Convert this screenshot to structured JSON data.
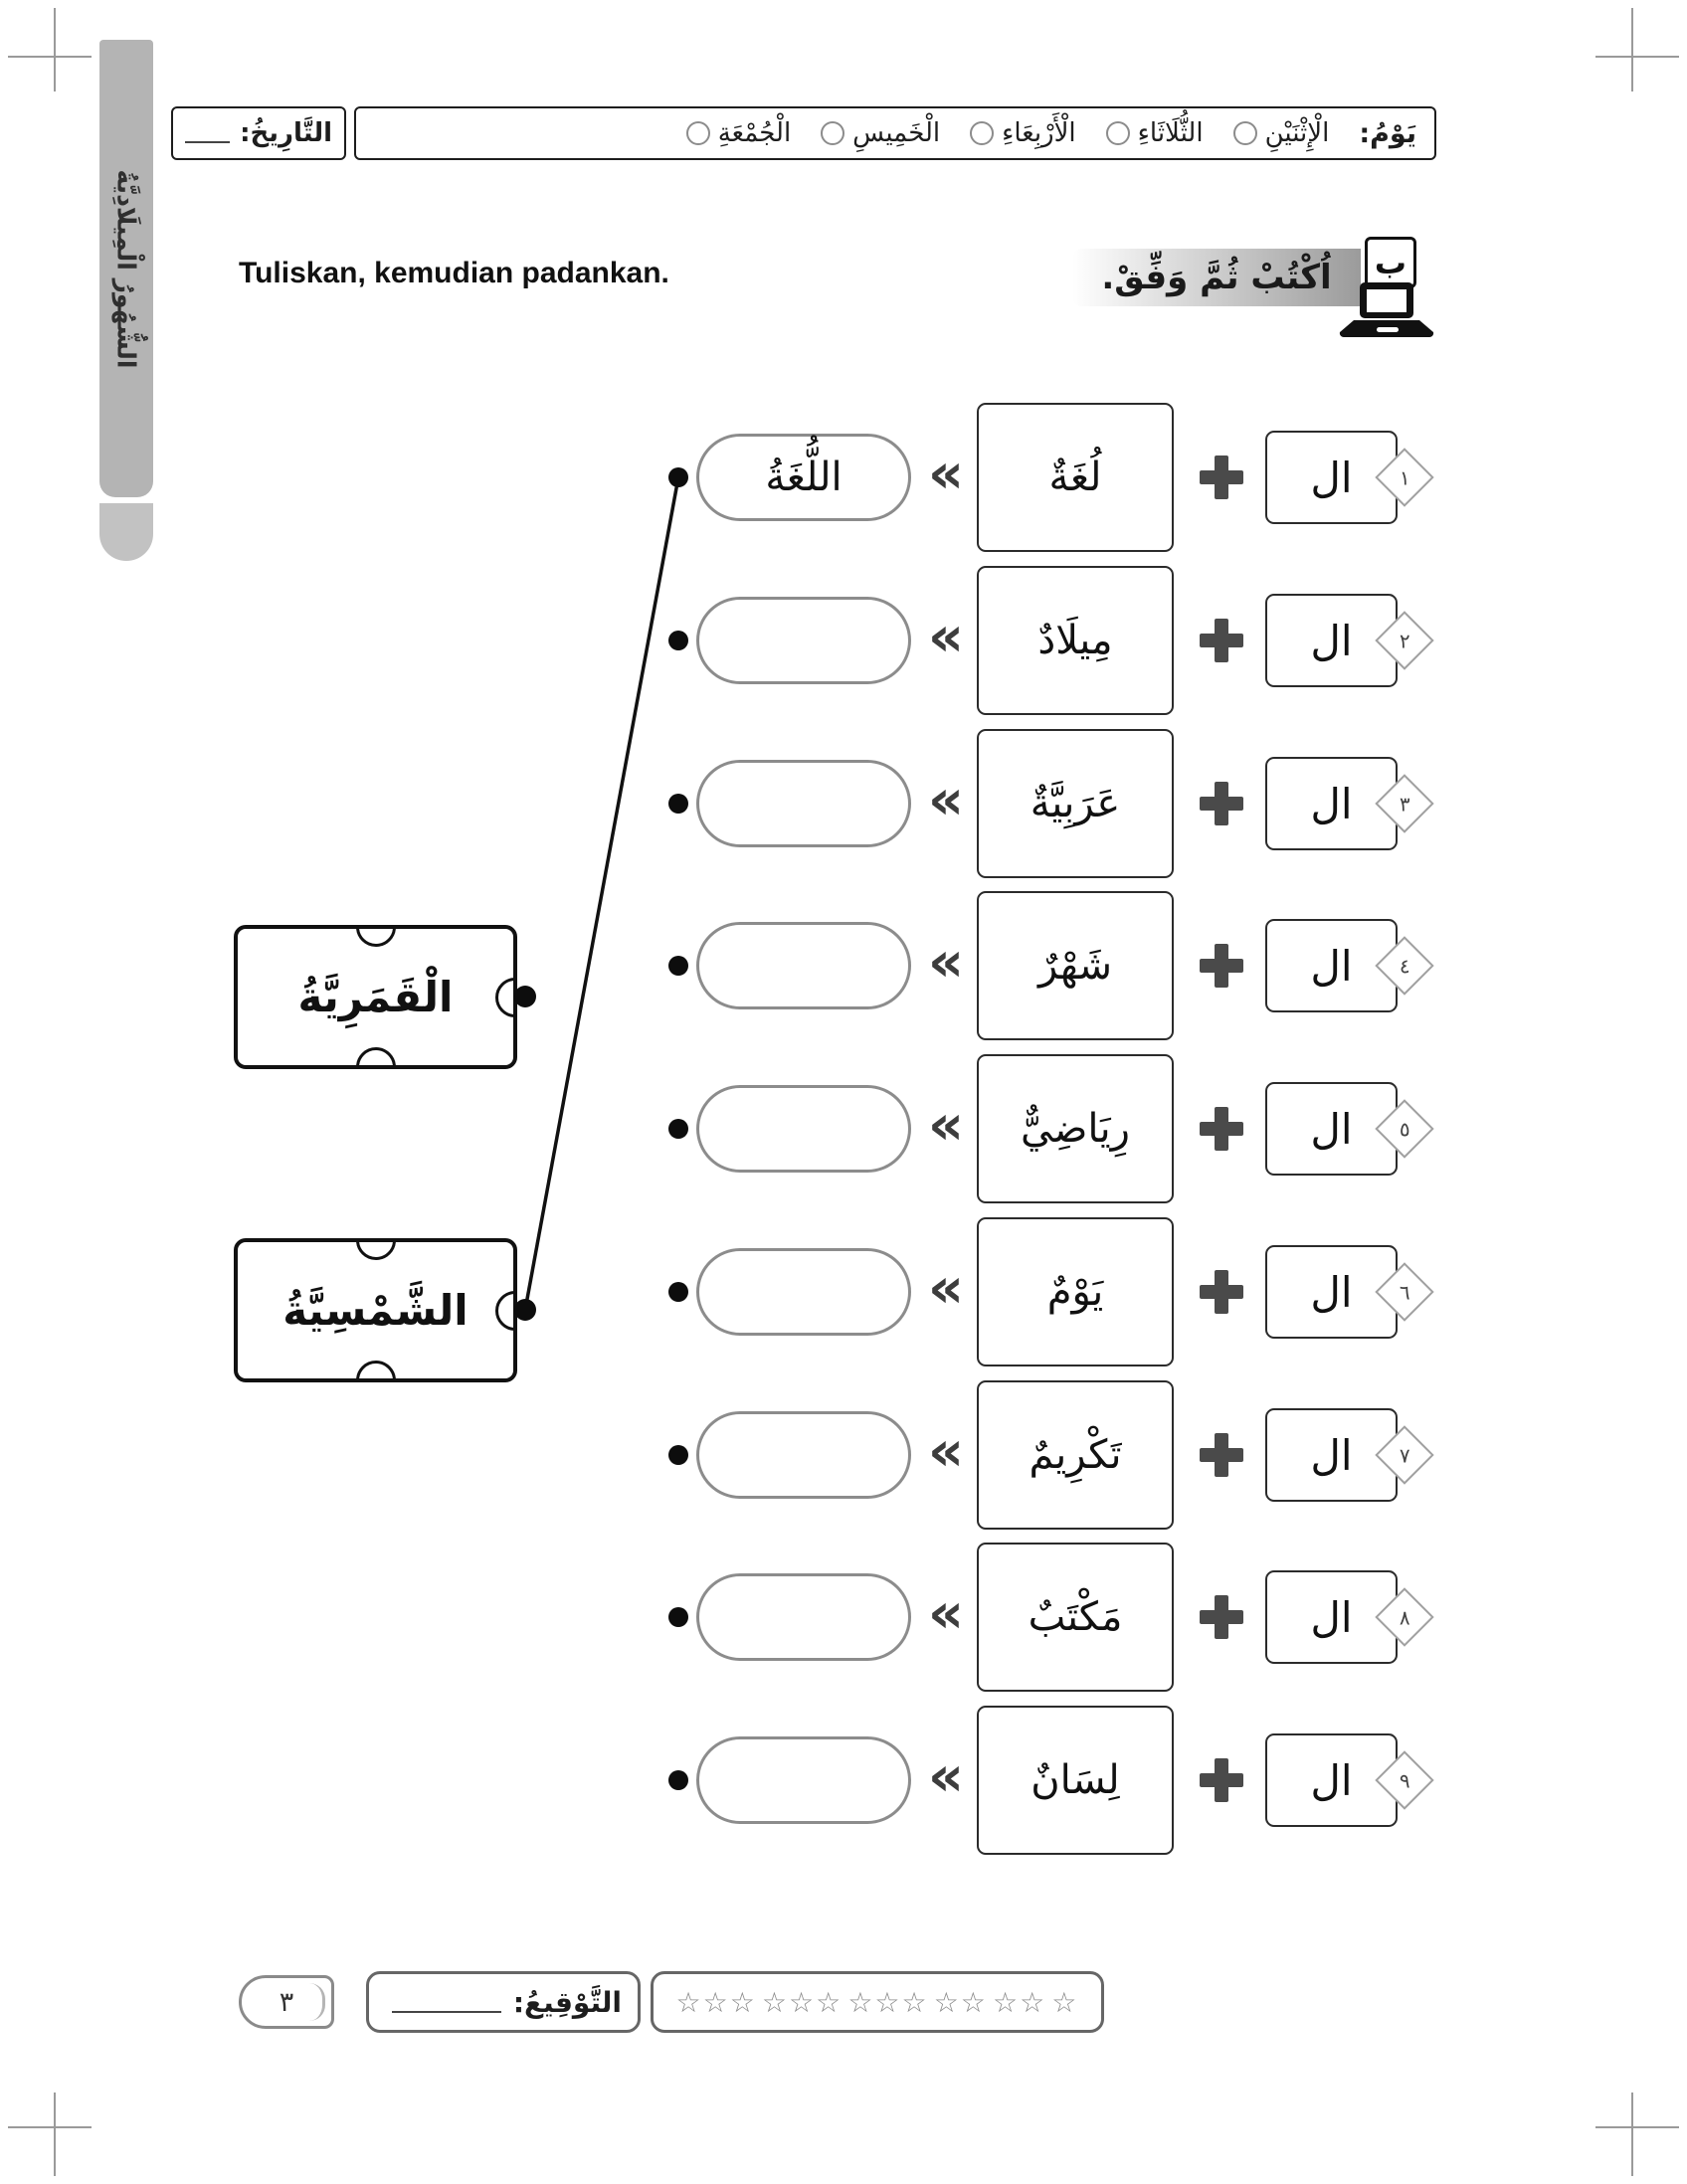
{
  "colors": {
    "ink": "#1d1d1d",
    "panel_gray": "#b4b4b4",
    "muted_gray": "#8c8c8c"
  },
  "side_tab": {
    "label": "الشُّهُورُ الْمِيلَادِيَّةُ"
  },
  "header": {
    "day_label": "يَوْمُ:",
    "days": [
      "الْإِثْنَيْنِ",
      "الثُّلَاثَاءِ",
      "الْأَرْبِعَاءِ",
      "الْخَمِيسِ",
      "الْجُمْعَةِ"
    ],
    "date_label": "التَّارِيخُ:"
  },
  "instructions": {
    "malay": "Tuliskan, kemudian padankan.",
    "arabic": "اُكْتُبْ ثُمَّ وَفِّقْ.",
    "section_letter": "ب"
  },
  "exercise": {
    "article": "ال",
    "chevron": "«",
    "rows": [
      {
        "num": "١",
        "word": "لُغَةٌ",
        "answer": "اللُّغَةُ"
      },
      {
        "num": "٢",
        "word": "مِيلَادٌ",
        "answer": ""
      },
      {
        "num": "٣",
        "word": "عَرَبِيَّةٌ",
        "answer": ""
      },
      {
        "num": "٤",
        "word": "شَهْرٌ",
        "answer": ""
      },
      {
        "num": "٥",
        "word": "رِيَاضِيٌّ",
        "answer": ""
      },
      {
        "num": "٦",
        "word": "يَوْمٌ",
        "answer": ""
      },
      {
        "num": "٧",
        "word": "تَكْرِيمٌ",
        "answer": ""
      },
      {
        "num": "٨",
        "word": "مَكْتَبٌ",
        "answer": ""
      },
      {
        "num": "٩",
        "word": "لِسَانٌ",
        "answer": ""
      }
    ],
    "categories": [
      {
        "label": "الْقَمَرِيَّةُ"
      },
      {
        "label": "الشَّمْسِيَّةُ"
      }
    ]
  },
  "footer": {
    "page_number": "٣",
    "signature_label": "التَّوْقِيعُ:",
    "star_groups": [
      "☆☆☆",
      "☆☆☆",
      "☆☆☆",
      "☆☆",
      "☆☆",
      "☆"
    ]
  }
}
